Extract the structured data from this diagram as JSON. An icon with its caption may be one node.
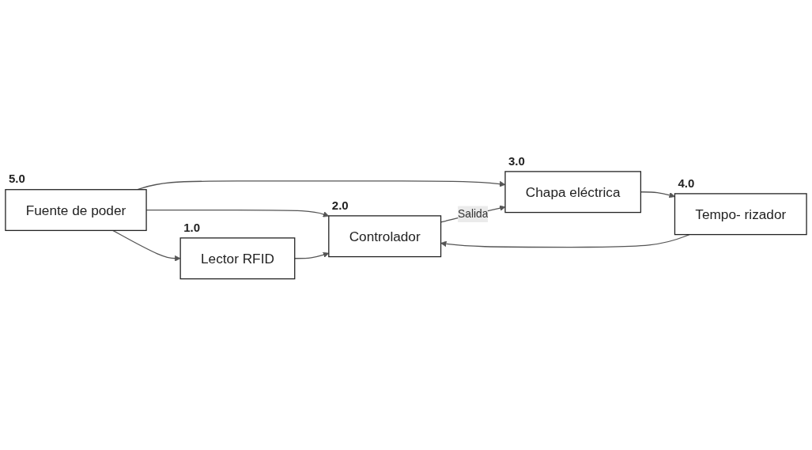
{
  "diagram": {
    "nodes": [
      {
        "text": [
          "Fuente de poder"
        ],
        "beside": [
          "5.0"
        ]
      },
      {
        "text": [
          "Lector RFID"
        ],
        "beside": [
          "1.0"
        ]
      },
      {
        "text": [
          "Controlador"
        ],
        "beside": [
          "2.0"
        ]
      },
      {
        "text": [
          "Chapa eléctrica"
        ],
        "beside": [
          "3.0"
        ]
      },
      {
        "text": [
          "Tempo- rizador"
        ],
        "beside": [
          "4.0"
        ]
      }
    ],
    "edges": [
      {
        "from": 0,
        "to": 1,
        "arrow": "to"
      },
      {
        "from": 0,
        "to": 2,
        "arrow": "to"
      },
      {
        "from": 0,
        "to": 3,
        "arrow": "to"
      },
      {
        "from": 1,
        "to": 2,
        "arrow": "to"
      },
      {
        "from": 2,
        "to": 3,
        "label": "Salida",
        "arrow": "to"
      },
      {
        "from": 3,
        "to": 4,
        "arrow": "to"
      },
      {
        "from": 4,
        "to": 2,
        "arrow": "to"
      }
    ]
  }
}
